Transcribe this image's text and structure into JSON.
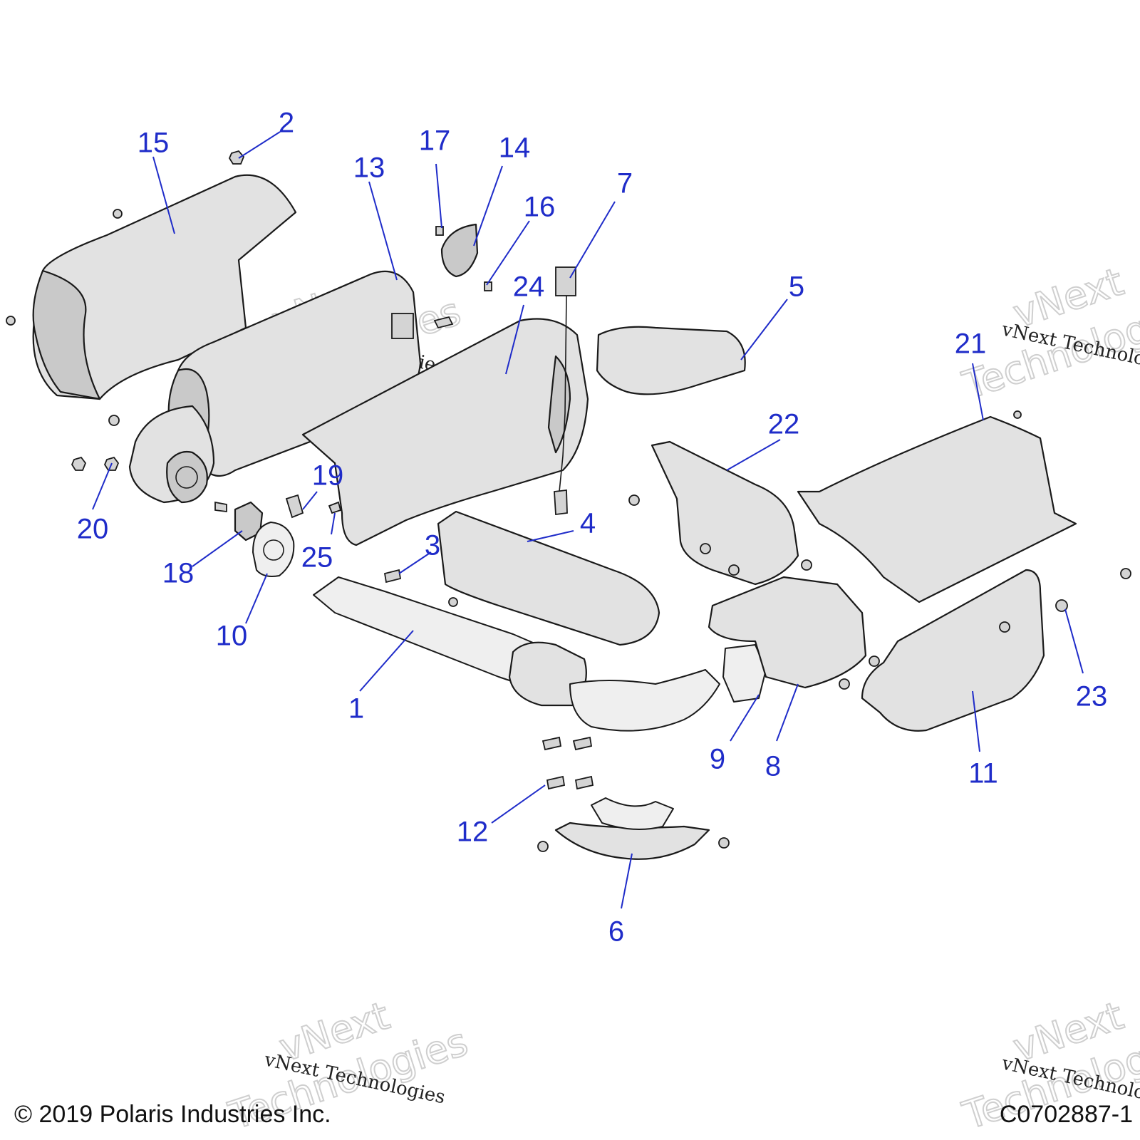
{
  "diagram": {
    "callouts": [
      {
        "label": "1"
      },
      {
        "label": "2"
      },
      {
        "label": "3"
      },
      {
        "label": "4"
      },
      {
        "label": "5"
      },
      {
        "label": "6"
      },
      {
        "label": "7"
      },
      {
        "label": "8"
      },
      {
        "label": "9"
      },
      {
        "label": "10"
      },
      {
        "label": "11"
      },
      {
        "label": "12"
      },
      {
        "label": "13"
      },
      {
        "label": "14"
      },
      {
        "label": "15"
      },
      {
        "label": "16"
      },
      {
        "label": "17"
      },
      {
        "label": "18"
      },
      {
        "label": "19"
      },
      {
        "label": "20"
      },
      {
        "label": "21"
      },
      {
        "label": "22"
      },
      {
        "label": "23"
      },
      {
        "label": "24"
      },
      {
        "label": "25"
      }
    ],
    "watermark_name": "vNext Technologies",
    "watermark_big_1": "vNext",
    "watermark_big_2": "Technologies",
    "callout_color": "#1f2cc9"
  },
  "footer": {
    "copyright": "© 2019 Polaris Industries Inc.",
    "drawing_number": "C0702887-1"
  }
}
